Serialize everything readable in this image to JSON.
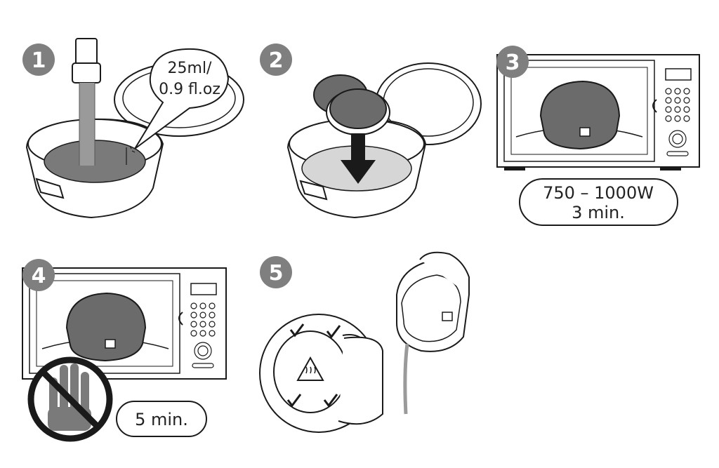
{
  "steps": [
    {
      "number": "1",
      "callout": [
        "25ml/",
        "0.9 fl.oz"
      ]
    },
    {
      "number": "2"
    },
    {
      "number": "3",
      "setting": [
        "750 – 1000W",
        "3 min."
      ]
    },
    {
      "number": "4",
      "setting": [
        "5 min."
      ]
    },
    {
      "number": "5"
    }
  ],
  "colors": {
    "badge": "#7f7f7f",
    "dark_fill": "#6b6b6b",
    "water": "#7a7a7a",
    "water_light": "#d6d6d6",
    "line": "#1a1a1a"
  },
  "icons": [
    "faucet-icon",
    "steam-disc-icon",
    "microwave-icon",
    "no-touch-hand-icon",
    "hot-surface-warning-icon",
    "checkmark-icon"
  ]
}
